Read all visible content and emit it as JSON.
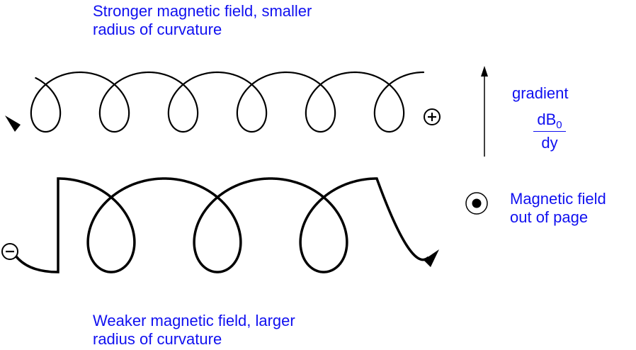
{
  "top_caption": {
    "line1": "Stronger magnetic field, smaller",
    "line2": "radius of curvature"
  },
  "bottom_caption": {
    "line1": "Weaker magnetic field, larger",
    "line2": "radius of curvature"
  },
  "gradient": {
    "word": "gradient",
    "numerator": "dB",
    "subscript": "0",
    "denominator": "dy"
  },
  "field": {
    "line1": "Magnetic field",
    "line2": "out of page"
  },
  "charges": {
    "positive": "+",
    "negative": "−"
  },
  "colors": {
    "label": "#1010f0",
    "stroke": "#000000"
  },
  "icons": [
    "positive-charge-icon",
    "negative-charge-icon",
    "gradient-arrow-icon",
    "field-out-of-page-icon"
  ]
}
